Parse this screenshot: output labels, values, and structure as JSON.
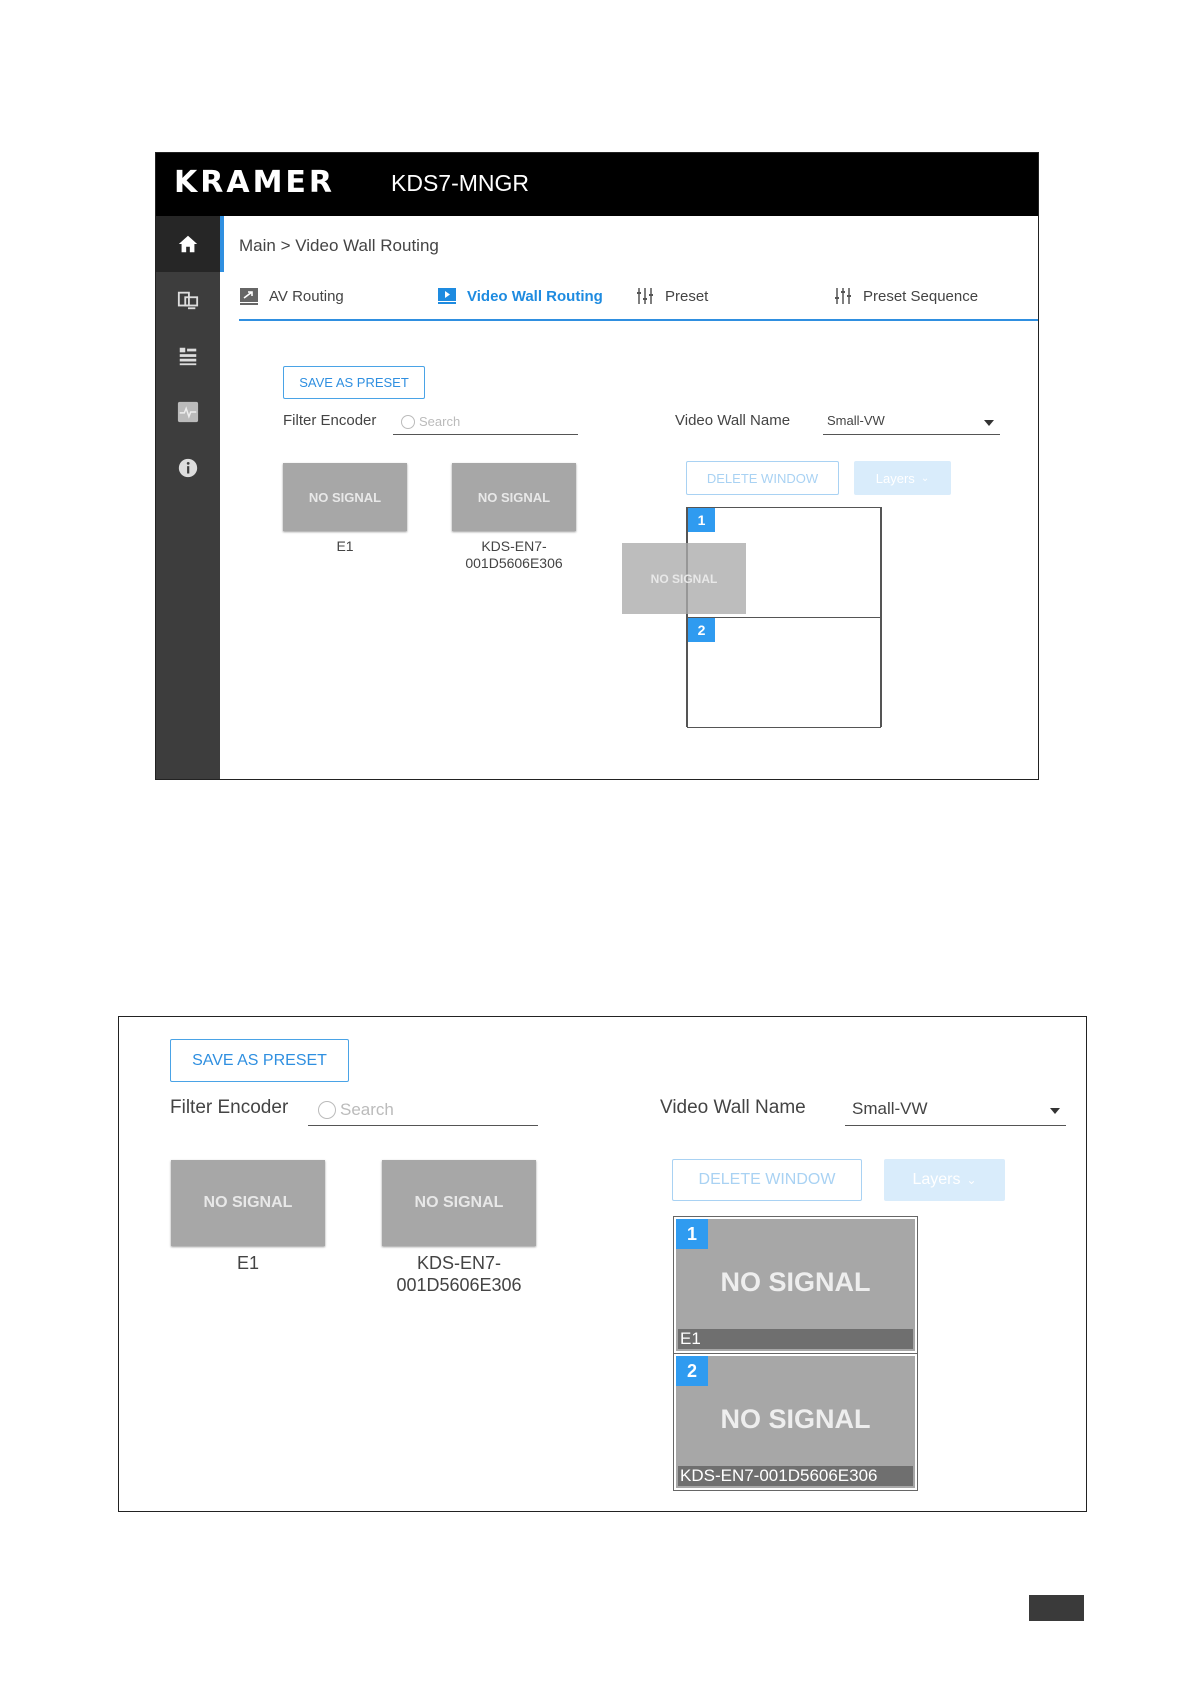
{
  "app": {
    "logo": "KRAMER",
    "product": "KDS7-MNGR"
  },
  "sidebar": {
    "items": [
      {
        "name": "home",
        "icon": "home-icon"
      },
      {
        "name": "routing",
        "icon": "monitor-routing-icon"
      },
      {
        "name": "devices",
        "icon": "device-list-icon"
      },
      {
        "name": "activity",
        "icon": "pulse-icon"
      },
      {
        "name": "info",
        "icon": "info-icon"
      }
    ]
  },
  "breadcrumb": "Main > Video Wall Routing",
  "tabs": [
    {
      "label": "AV Routing",
      "icon": "av-routing-icon"
    },
    {
      "label": "Video Wall Routing",
      "icon": "video-wall-icon"
    },
    {
      "label": "Preset",
      "icon": "sliders-icon"
    },
    {
      "label": "Preset Sequence",
      "icon": "sliders-sequence-icon"
    }
  ],
  "controls": {
    "save_preset": "SAVE AS PRESET",
    "filter_label": "Filter Encoder",
    "search_placeholder": "Search",
    "wall_name_label": "Video Wall Name",
    "wall_name_value": "Small-VW",
    "delete_window": "DELETE WINDOW",
    "layers": "Layers"
  },
  "encoders": [
    {
      "status": "NO SIGNAL",
      "name": "E1"
    },
    {
      "status": "NO SIGNAL",
      "name_line1": "KDS-EN7-",
      "name_line2": "001D5606E306"
    }
  ],
  "wall_windows": [
    {
      "number": "1",
      "status": "NO SIGNAL",
      "source": "E1"
    },
    {
      "number": "2",
      "status": "NO SIGNAL",
      "source": "KDS-EN7-001D5606E306"
    }
  ],
  "drag_tile": "NO SIGNAL",
  "colors": {
    "accent": "#2f8fe0",
    "topbar": "#000000",
    "sidebar": "#3d3d3d",
    "tile": "#a7a7a7"
  }
}
